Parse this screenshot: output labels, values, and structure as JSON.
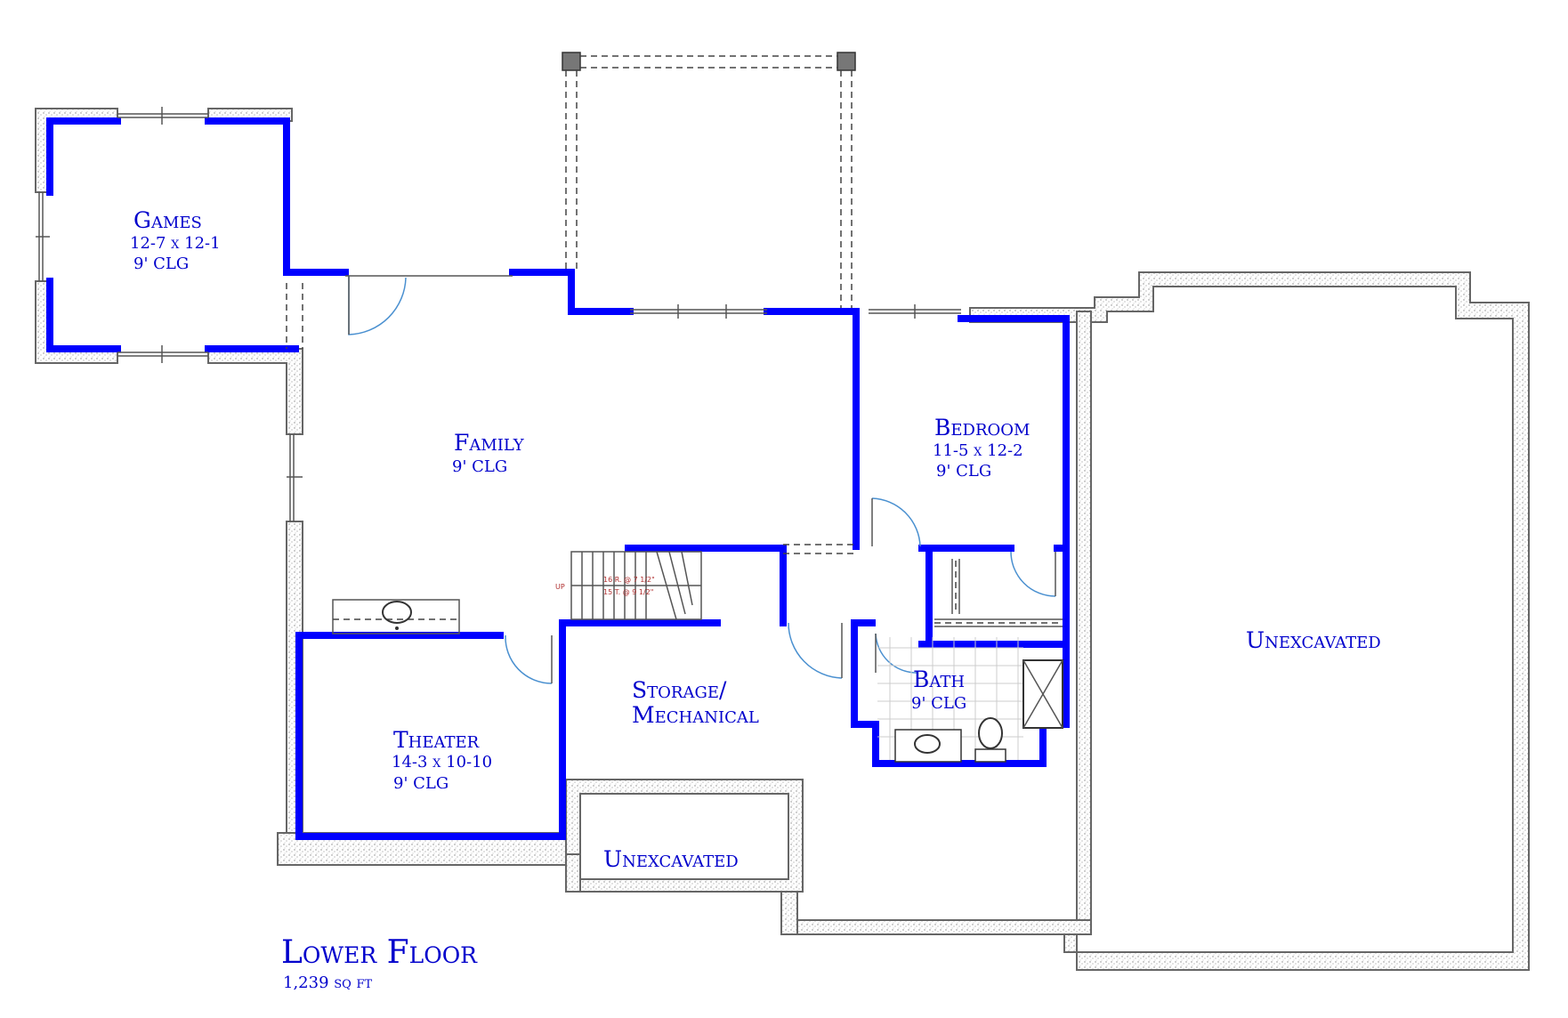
{
  "plan": {
    "title": "Lower Floor",
    "area": "1,239 sq ft"
  },
  "rooms": {
    "games": {
      "name": "Games",
      "size": "12-7 x 12-1",
      "ceiling": "9' CLG"
    },
    "family": {
      "name": "Family",
      "ceiling": "9' CLG"
    },
    "bedroom": {
      "name": "Bedroom",
      "size": "11-5 x 12-2",
      "ceiling": "9' CLG"
    },
    "theater": {
      "name": "Theater",
      "size": "14-3 x 10-10",
      "ceiling": "9' CLG"
    },
    "storage": {
      "name_line1": "Storage/",
      "name_line2": "Mechanical"
    },
    "bath": {
      "name": "Bath",
      "ceiling": "9' CLG"
    },
    "unexcavated_right": {
      "name": "Unexcavated"
    },
    "unexcavated_small": {
      "name": "Unexcavated"
    }
  },
  "stairs": {
    "direction": "UP",
    "risers": "16 R. @ 7 1/2\"",
    "treads": "15 T. @ 9 1/2\""
  },
  "colors": {
    "wall": "#0000ff",
    "label": "#0000cc",
    "foundation": "#666666",
    "door_swing": "#4a90d0"
  }
}
